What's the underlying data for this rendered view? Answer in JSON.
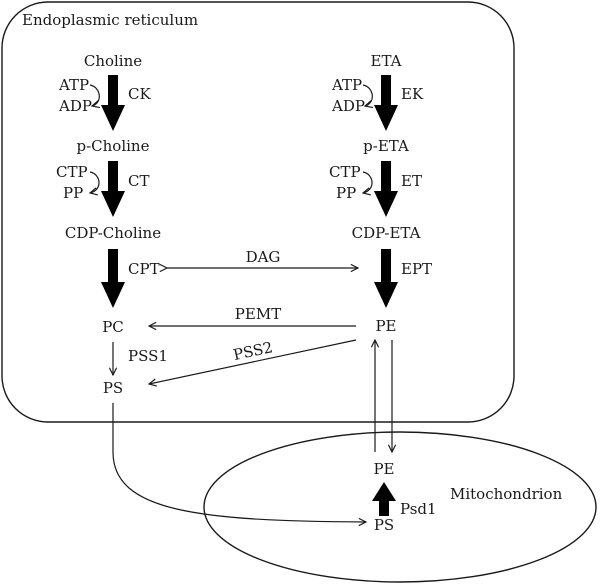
{
  "regions": {
    "er": "Endoplasmic reticulum",
    "mito": "Mitochondrion"
  },
  "choline_branch": {
    "choline": "Choline",
    "p_choline": "p-Choline",
    "cdp_choline": "CDP-Choline",
    "pc": "PC",
    "ps": "PS",
    "ck": "CK",
    "ct": "CT",
    "cpt": "CPT",
    "pss1": "PSS1",
    "atp": "ATP",
    "adp": "ADP",
    "ctp": "CTP",
    "pp": "PP"
  },
  "eta_branch": {
    "eta": "ETA",
    "p_eta": "p-ETA",
    "cdp_eta": "CDP-ETA",
    "pe": "PE",
    "ek": "EK",
    "et": "ET",
    "ept": "EPT",
    "atp": "ATP",
    "adp": "ADP",
    "ctp": "CTP",
    "pp": "PP"
  },
  "cross_links": {
    "dag": "DAG",
    "pemt": "PEMT",
    "pss2": "PSS2"
  },
  "mitochondrion": {
    "pe": "PE",
    "ps": "PS",
    "psd1": "Psd1"
  }
}
